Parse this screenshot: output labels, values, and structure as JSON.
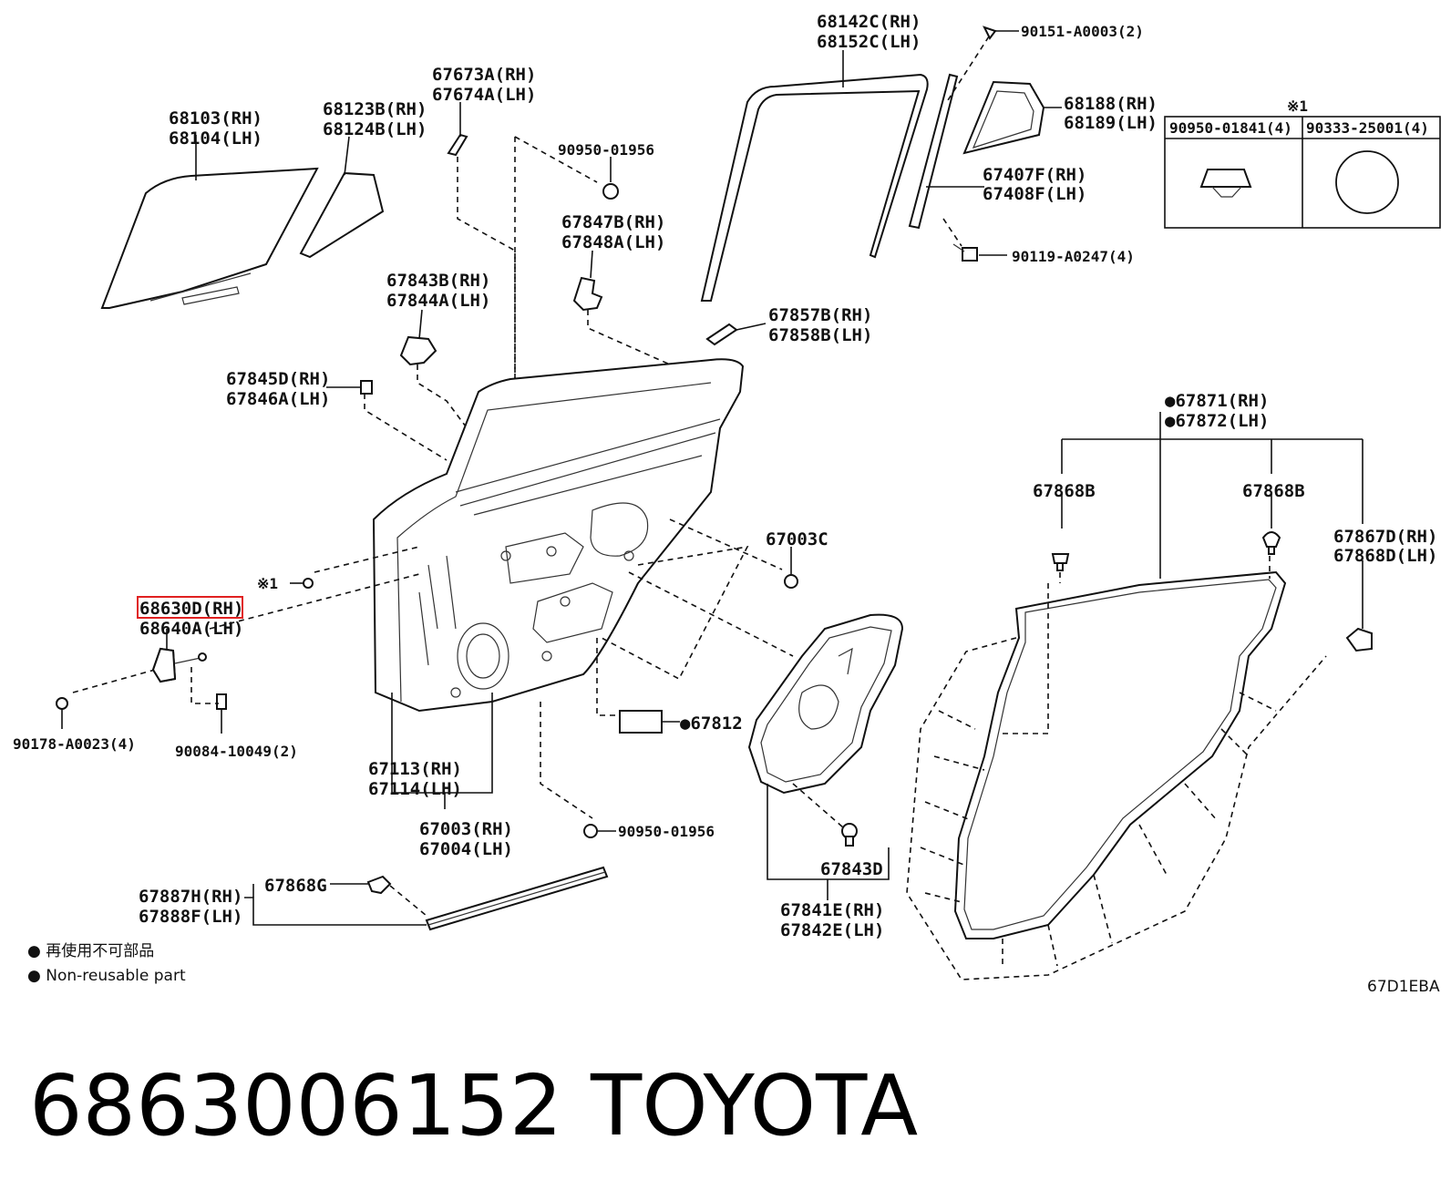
{
  "callouts": {
    "p68103": [
      "68103(RH)",
      "68104(LH)"
    ],
    "p68123": [
      "68123B(RH)",
      "68124B(LH)"
    ],
    "p67673": [
      "67673A(RH)",
      "67674A(LH)"
    ],
    "p68142": [
      "68142C(RH)",
      "68152C(LH)"
    ],
    "p90151": "90151-A0003(2)",
    "p68188": [
      "68188(RH)",
      "68189(LH)"
    ],
    "p90950a": "90950-01956",
    "p67407": [
      "67407F(RH)",
      "67408F(LH)"
    ],
    "p90119": "90119-A0247(4)",
    "p67847": [
      "67847B(RH)",
      "67848A(LH)"
    ],
    "p67843b": [
      "67843B(RH)",
      "67844A(LH)"
    ],
    "p67857": [
      "67857B(RH)",
      "67858B(LH)"
    ],
    "p67845": [
      "67845D(RH)",
      "67846A(LH)"
    ],
    "p67871": [
      "●67871(RH)",
      "●67872(LH)"
    ],
    "p67868b_left": "67868B",
    "p67868b_right": "67868B",
    "p67003c": "67003C",
    "p67867": [
      "67867D(RH)",
      "67868D(LH)"
    ],
    "p_note1": "※1",
    "p68630": [
      "68630D(RH)",
      "68640A(LH)"
    ],
    "p90178": "90178-A0023(4)",
    "p90084": "90084-10049(2)",
    "p67812": "●67812",
    "p67113": [
      "67113(RH)",
      "67114(LH)"
    ],
    "p67003": [
      "67003(RH)",
      "67004(LH)"
    ],
    "p90950b": "90950-01956",
    "p67843d": "67843D",
    "p67887": [
      "67887H(RH)",
      "67888F(LH)"
    ],
    "p67868g": "67868G",
    "p67841": [
      "67841E(RH)",
      "67842E(LH)"
    ]
  },
  "note_table": {
    "marker": "※1",
    "col1": "90950-01841(4)",
    "col2": "90333-25001(4)"
  },
  "legend": {
    "line1": "● 再使用不可部品",
    "line2": "● Non-reusable part"
  },
  "diagram_code": "67D1EBA",
  "highlight_part": "68630D(RH)",
  "footer": {
    "part_number": "6863006152",
    "brand": "TOYOTA"
  },
  "colors": {
    "highlight": "#e02020",
    "ink": "#111111"
  }
}
